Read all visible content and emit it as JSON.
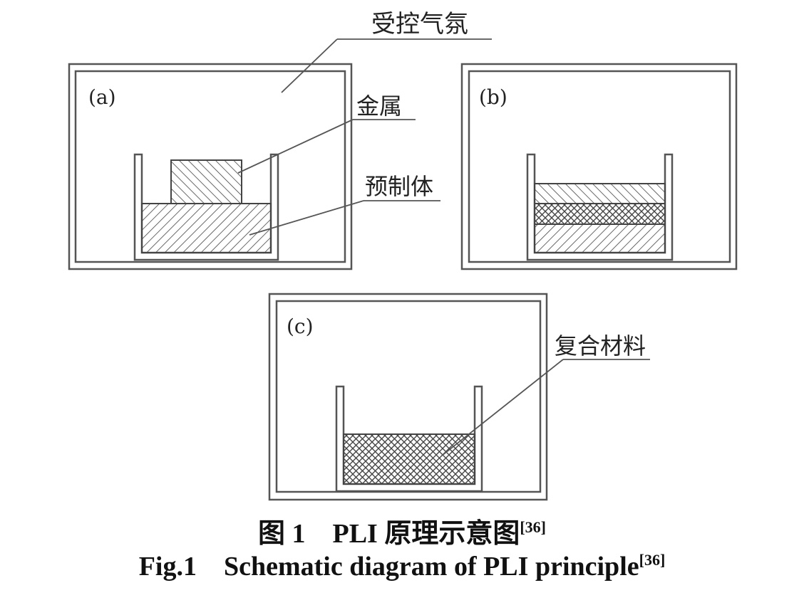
{
  "labels": {
    "atmosphere": "受控气氛",
    "metal": "金属",
    "preform": "预制体",
    "composite": "复合材料"
  },
  "panels": {
    "a": "(a)",
    "b": "(b)",
    "c": "(c)"
  },
  "caption": {
    "cn_fig": "图 1",
    "cn_title": "PLI 原理示意图",
    "cn_ref": "[36]",
    "en_fig": "Fig.1",
    "en_title": "Schematic diagram of PLI principle",
    "en_ref": "[36]"
  },
  "colors": {
    "line": "#555555",
    "hatch": "#444444"
  }
}
